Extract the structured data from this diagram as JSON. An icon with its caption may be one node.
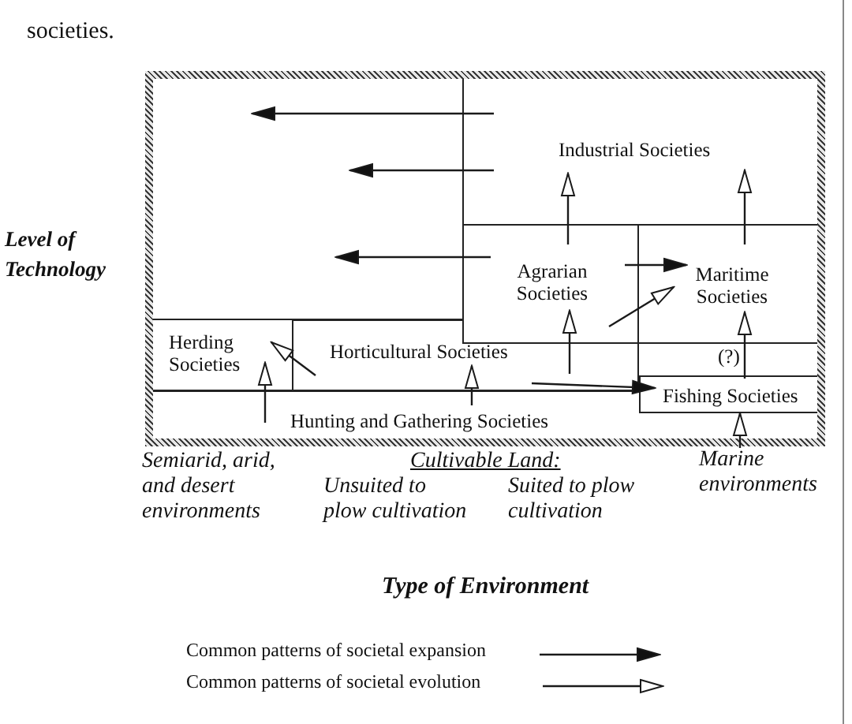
{
  "diagram": {
    "caption": "societies.",
    "nodes": [
      {
        "text": [],
        "shape": "box"
      },
      {
        "text": [
          "Industrial Societies"
        ],
        "in": 0
      },
      {
        "text": [
          "Agrarian Societies"
        ],
        "in": 0
      },
      {
        "text": [
          "Maritime Societies"
        ],
        "in": 0
      },
      {
        "text": [
          "Herding Societies"
        ],
        "in": 0
      },
      {
        "text": [
          "Horticultural Societies"
        ],
        "in": 0
      },
      {
        "text": [
          "Fishing Societies"
        ],
        "in": 0
      },
      {
        "text": [
          "Hunting and Gathering Societies"
        ],
        "in": 0
      },
      {
        "text": [
          "Marine environments"
        ]
      }
    ],
    "edges": [
      {
        "from": 1,
        "to": null,
        "arrow": "to"
      },
      {
        "from": 1,
        "to": null,
        "arrow": "to"
      },
      {
        "from": 2,
        "to": 1,
        "arrow": "to"
      },
      {
        "from": 3,
        "to": 1,
        "arrow": "to"
      },
      {
        "from": 2,
        "to": null,
        "arrow": "to"
      },
      {
        "from": 2,
        "to": 3,
        "arrow": "to"
      },
      {
        "from": 2,
        "to": 3,
        "arrow": "to"
      },
      {
        "from": 5,
        "to": 2,
        "arrow": "to"
      },
      {
        "from": 6,
        "to": 3,
        "arrow": "to",
        "label": "(?)"
      },
      {
        "from": 5,
        "to": 4,
        "arrow": "to"
      },
      {
        "from": 5,
        "to": 6,
        "arrow": "to"
      },
      {
        "from": 7,
        "to": 4,
        "arrow": "to"
      },
      {
        "from": 7,
        "to": 5,
        "arrow": "to"
      },
      {
        "from": 8,
        "to": 6,
        "arrow": "to"
      }
    ],
    "labels": [
      "Level of Technology",
      "Semiarid, arid, and desert environments",
      "Cultivable Land:",
      "Unsuited to plow cultivation",
      "Suited to plow cultivation",
      "Type of Environment"
    ],
    "legend": [
      {
        "text": "Common patterns of societal expansion"
      },
      {
        "text": "Common patterns of societal evolution"
      }
    ]
  }
}
